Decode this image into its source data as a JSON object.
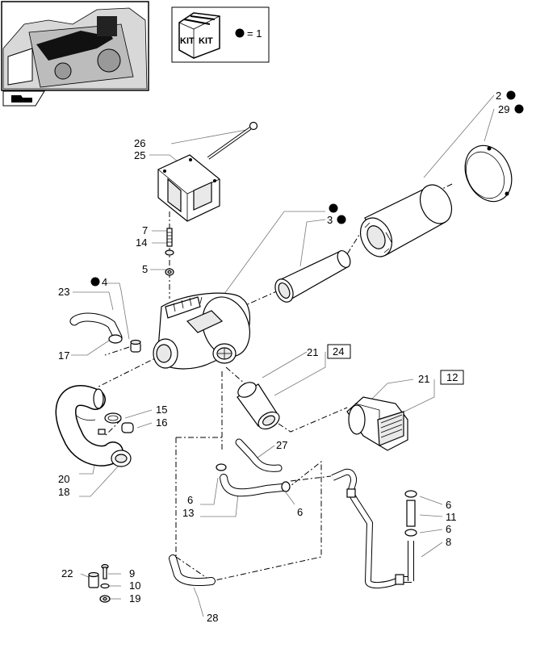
{
  "legend": {
    "equals": "= 1",
    "kit_text": "KIT"
  },
  "callouts": {
    "c2": "2",
    "c29": "29",
    "c3": "3",
    "c4": "4",
    "c26": "26",
    "c25": "25",
    "c7": "7",
    "c14": "14",
    "c5": "5",
    "c23": "23",
    "c17": "17",
    "c21a": "21",
    "c21b": "21",
    "c15": "15",
    "c16": "16",
    "c20": "20",
    "c18": "18",
    "c27": "27",
    "c6a": "6",
    "c6b": "6",
    "c13": "13",
    "c6c": "6",
    "c11": "11",
    "c6d": "6",
    "c8": "8",
    "c22": "22",
    "c9": "9",
    "c10": "10",
    "c19": "19",
    "c28": "28"
  },
  "ref_boxes": {
    "r24": "24",
    "r12": "12"
  }
}
